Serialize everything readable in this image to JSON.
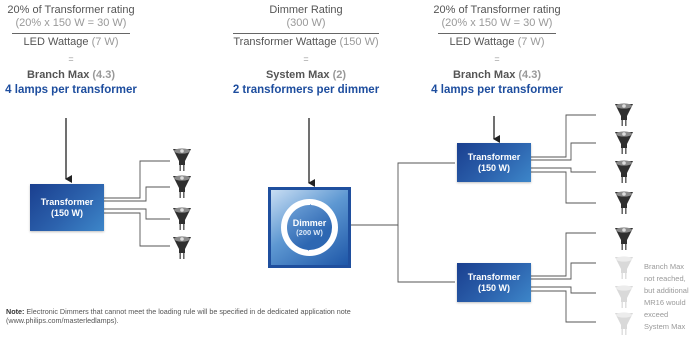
{
  "columns": [
    {
      "rating_title": "20% of Transformer rating",
      "rating_detail": "(20% x 150 W = 30 W)",
      "divisor_label": "LED Wattage",
      "divisor_value": "(7 W)",
      "equals": "=",
      "max_label": "Branch Max",
      "max_value": "(4.3)",
      "result": "4 lamps per transformer"
    },
    {
      "rating_title": "Dimmer Rating",
      "rating_detail": "(300 W)",
      "divisor_label": "Transformer Wattage",
      "divisor_value": "(150 W)",
      "equals": "=",
      "max_label": "System Max",
      "max_value": "(2)",
      "result": "2 transformers per dimmer"
    },
    {
      "rating_title": "20% of Transformer rating",
      "rating_detail": "(20% x 150 W = 30 W)",
      "divisor_label": "LED Wattage",
      "divisor_value": "(7 W)",
      "equals": "=",
      "max_label": "Branch Max",
      "max_value": "(4.3)",
      "result": "4 lamps per transformer"
    }
  ],
  "transformers": {
    "left": {
      "name": "Transformer",
      "watts": "(150 W)"
    },
    "right_top": {
      "name": "Transformer",
      "watts": "(150 W)"
    },
    "right_bottom": {
      "name": "Transformer",
      "watts": "(150 W)"
    }
  },
  "dimmer": {
    "name": "Dimmer",
    "watts": "(200 W)"
  },
  "side_note": [
    "Branch Max",
    "not reached,",
    "but additional",
    "MR16 would",
    "exceed",
    "System Max"
  ],
  "note": {
    "label": "Note:",
    "text": "Electronic Dimmers that cannot meet the loading rule will be specified in de dedicated application note (www.philips.com/masterledlamps)."
  },
  "colors": {
    "accent_blue": "#1d4d9e",
    "box_blue": "#2c62ad",
    "lamp_dark": "#2f2f2f",
    "lamp_ghost": "#d9d9d9"
  }
}
